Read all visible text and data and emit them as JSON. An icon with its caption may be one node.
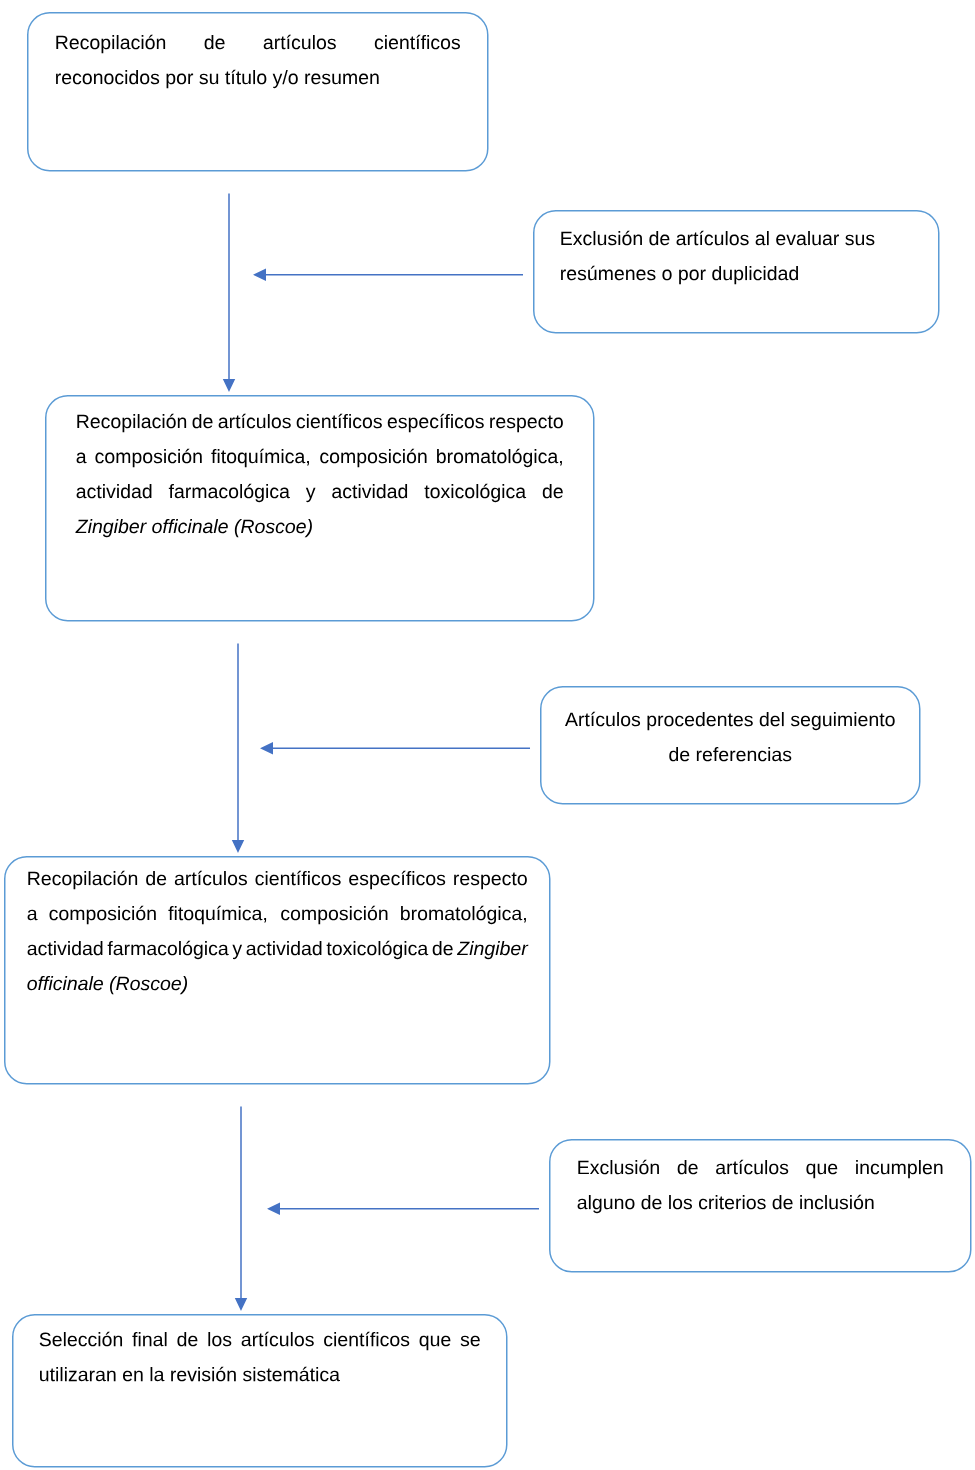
{
  "diagram": {
    "nodes": [
      {
        "text": [
          "Recopilación de artículos científicos reconocidos por su título y/o resumen"
        ]
      },
      {
        "text": [
          "Exclusión de artículos al evaluar sus resúmenes o por duplicidad"
        ]
      },
      {
        "text": [
          "Recopilación de artículos científicos específicos respecto a composición fitoquímica, composición bromatológica, actividad farmacológica y actividad toxicológica de *Zingiber officinale (Roscoe)*"
        ]
      },
      {
        "text": [
          "Artículos procedentes del seguimiento de referencias"
        ]
      },
      {
        "text": [
          "Recopilación de artículos científicos específicos respecto a composición fitoquímica, composición bromatológica, actividad farmacológica y actividad toxicológica de *Zingiber officinale (Roscoe)*"
        ]
      },
      {
        "text": [
          "Exclusión de artículos que incumplen alguno de los criterios de inclusión"
        ]
      },
      {
        "text": [
          "Selección final de los artículos científicos que se utilizaran en la revisión sistemática"
        ]
      }
    ],
    "edges": [
      {
        "from": 0,
        "to": 2,
        "arrow": "to"
      },
      {
        "from": 1,
        "to": null,
        "arrow": "to"
      },
      {
        "from": 2,
        "to": 4,
        "arrow": "to"
      },
      {
        "from": 3,
        "to": null,
        "arrow": "to"
      },
      {
        "from": 4,
        "to": 6,
        "arrow": "to"
      },
      {
        "from": 5,
        "to": null,
        "arrow": "to"
      }
    ]
  }
}
